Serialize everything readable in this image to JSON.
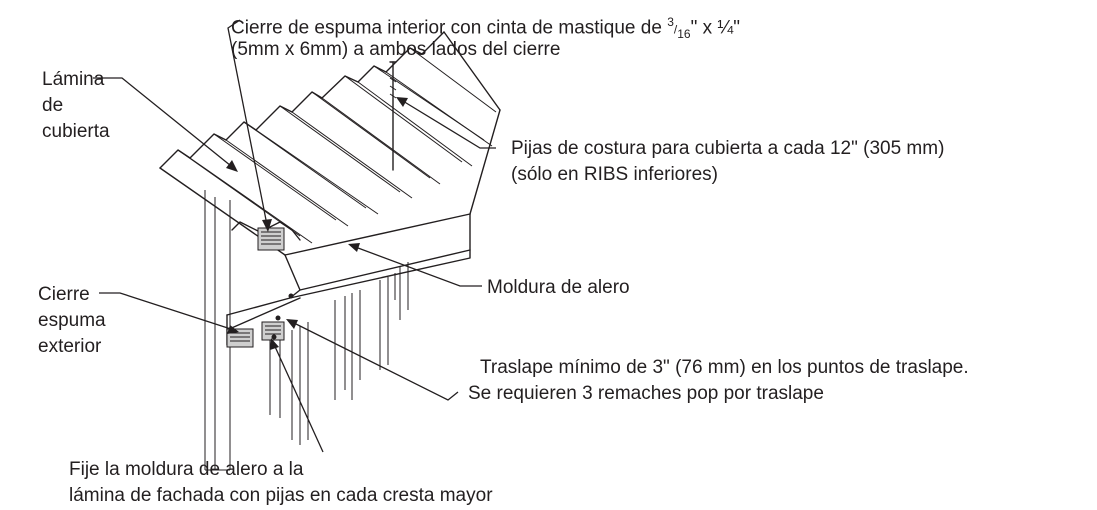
{
  "labels": {
    "interior_closure_line1_a": "Cierre de espuma interior con cinta de mastique de ",
    "interior_closure_frac_num": "3",
    "interior_closure_frac_den": "16",
    "interior_closure_line1_b": "\" x ¼\"",
    "interior_closure_line2": "(5mm x 6mm) a ambos lados del cierre",
    "roof_sheet_line1": "Lámina",
    "roof_sheet_line2": "de",
    "roof_sheet_line3": "cubierta",
    "stitch_screws_line1": "Pijas de costura para cubierta a cada 12\" (305 mm)",
    "stitch_screws_line2": "(sólo en RIBS inferiores)",
    "eave_trim": "Moldura de alero",
    "exterior_closure_line1": "Cierre",
    "exterior_closure_line2": "espuma",
    "exterior_closure_line3": "exterior",
    "lap_line1": "Traslape mínimo de 3\" (76 mm) en los puntos de traslape.",
    "lap_line2": "Se requieren 3 remaches pop por traslape",
    "fasten_line1": "Fije la moldura de alero a la",
    "fasten_line2": "lámina de fachada con pijas en cada cresta mayor"
  }
}
